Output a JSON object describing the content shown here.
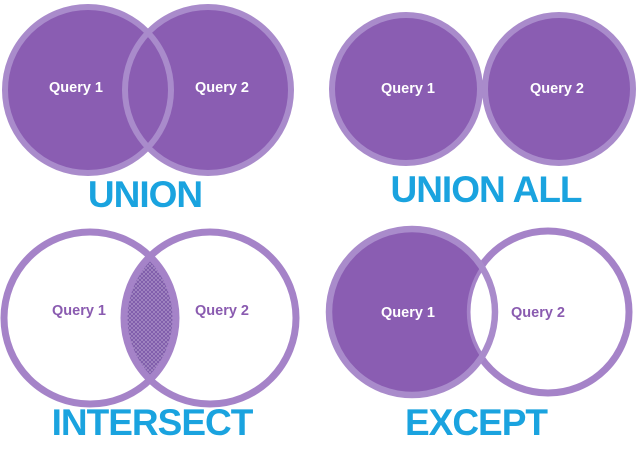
{
  "colors": {
    "background": "#FFFFFF",
    "venn_fill_purple": "#8A5DB2",
    "venn_stroke_light": "#A98BCB",
    "venn_outline": "#A583C8",
    "operation_title": "#1AA3DF",
    "label_on_purple": "#FFFFFF",
    "label_on_white": "#8A5BB0",
    "hatch_bg": "#A78CC5",
    "hatch_line": "#7B58A8"
  },
  "panels": [
    {
      "title": "UNION",
      "left_circle_label": "Query 1",
      "right_circle_label": "Query 2",
      "circles_arrangement": "overlapping",
      "shaded_region": "both circles fully shaded"
    },
    {
      "title": "UNION ALL",
      "left_circle_label": "Query 1",
      "right_circle_label": "Query 2",
      "circles_arrangement": "separate",
      "shaded_region": "both circles fully shaded"
    },
    {
      "title": "INTERSECT",
      "left_circle_label": "Query 1",
      "right_circle_label": "Query 2",
      "circles_arrangement": "overlapping",
      "shaded_region": "intersection only, crosshatched"
    },
    {
      "title": "EXCEPT",
      "left_circle_label": "Query 1",
      "right_circle_label": "Query 2",
      "circles_arrangement": "overlapping",
      "shaded_region": "left circle except intersection"
    }
  ]
}
